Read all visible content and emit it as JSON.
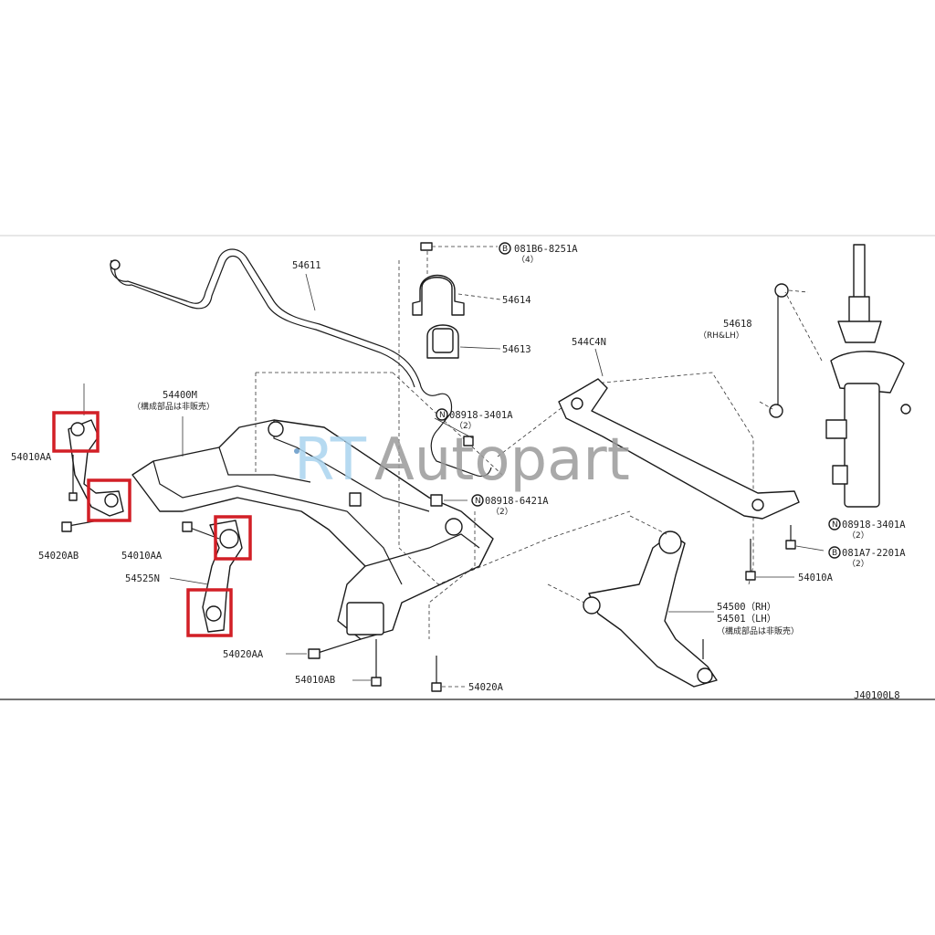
{
  "watermark": {
    "part1": "RT",
    "part2": "Autopart",
    "color1": "#a9d3ef",
    "color2": "#9a9a9a"
  },
  "figure_code": "J40100L8",
  "highlight_color": "#d21f26",
  "labels": {
    "stabilizer": "54611",
    "member": "54400M",
    "member_note": "（構成部品は非販売）",
    "bolt_81b6": "081B6-8251A",
    "bolt_81b6_qty": "（4）",
    "clamp": "54614",
    "bushing": "54613",
    "nut_3401_a": "08918-3401A",
    "nut_3401_a_qty": "（2）",
    "nut_6421": "08918-6421A",
    "nut_6421_qty": "（2）",
    "brace": "544C4N",
    "link": "54618",
    "link_note": "（RH&LH）",
    "nut_3401_b": "08918-3401A",
    "nut_3401_b_qty": "（2）",
    "bolt_81a7": "081A7-2201A",
    "bolt_81a7_qty": "（2）",
    "bolt_54010a": "54010A",
    "arm_rh": "54500（RH）",
    "arm_lh": "54501（LH）",
    "arm_note": "（構成部品は非販売）",
    "bolt_54010aa_left": "54010AA",
    "bolt_54020ab": "54020AB",
    "bolt_54010aa_mid": "54010AA",
    "bracket": "54525N",
    "bolt_54020aa": "54020AA",
    "bolt_54010ab": "54010AB",
    "bolt_54020a": "54020A",
    "circle_n": "N",
    "circle_b": "B"
  }
}
